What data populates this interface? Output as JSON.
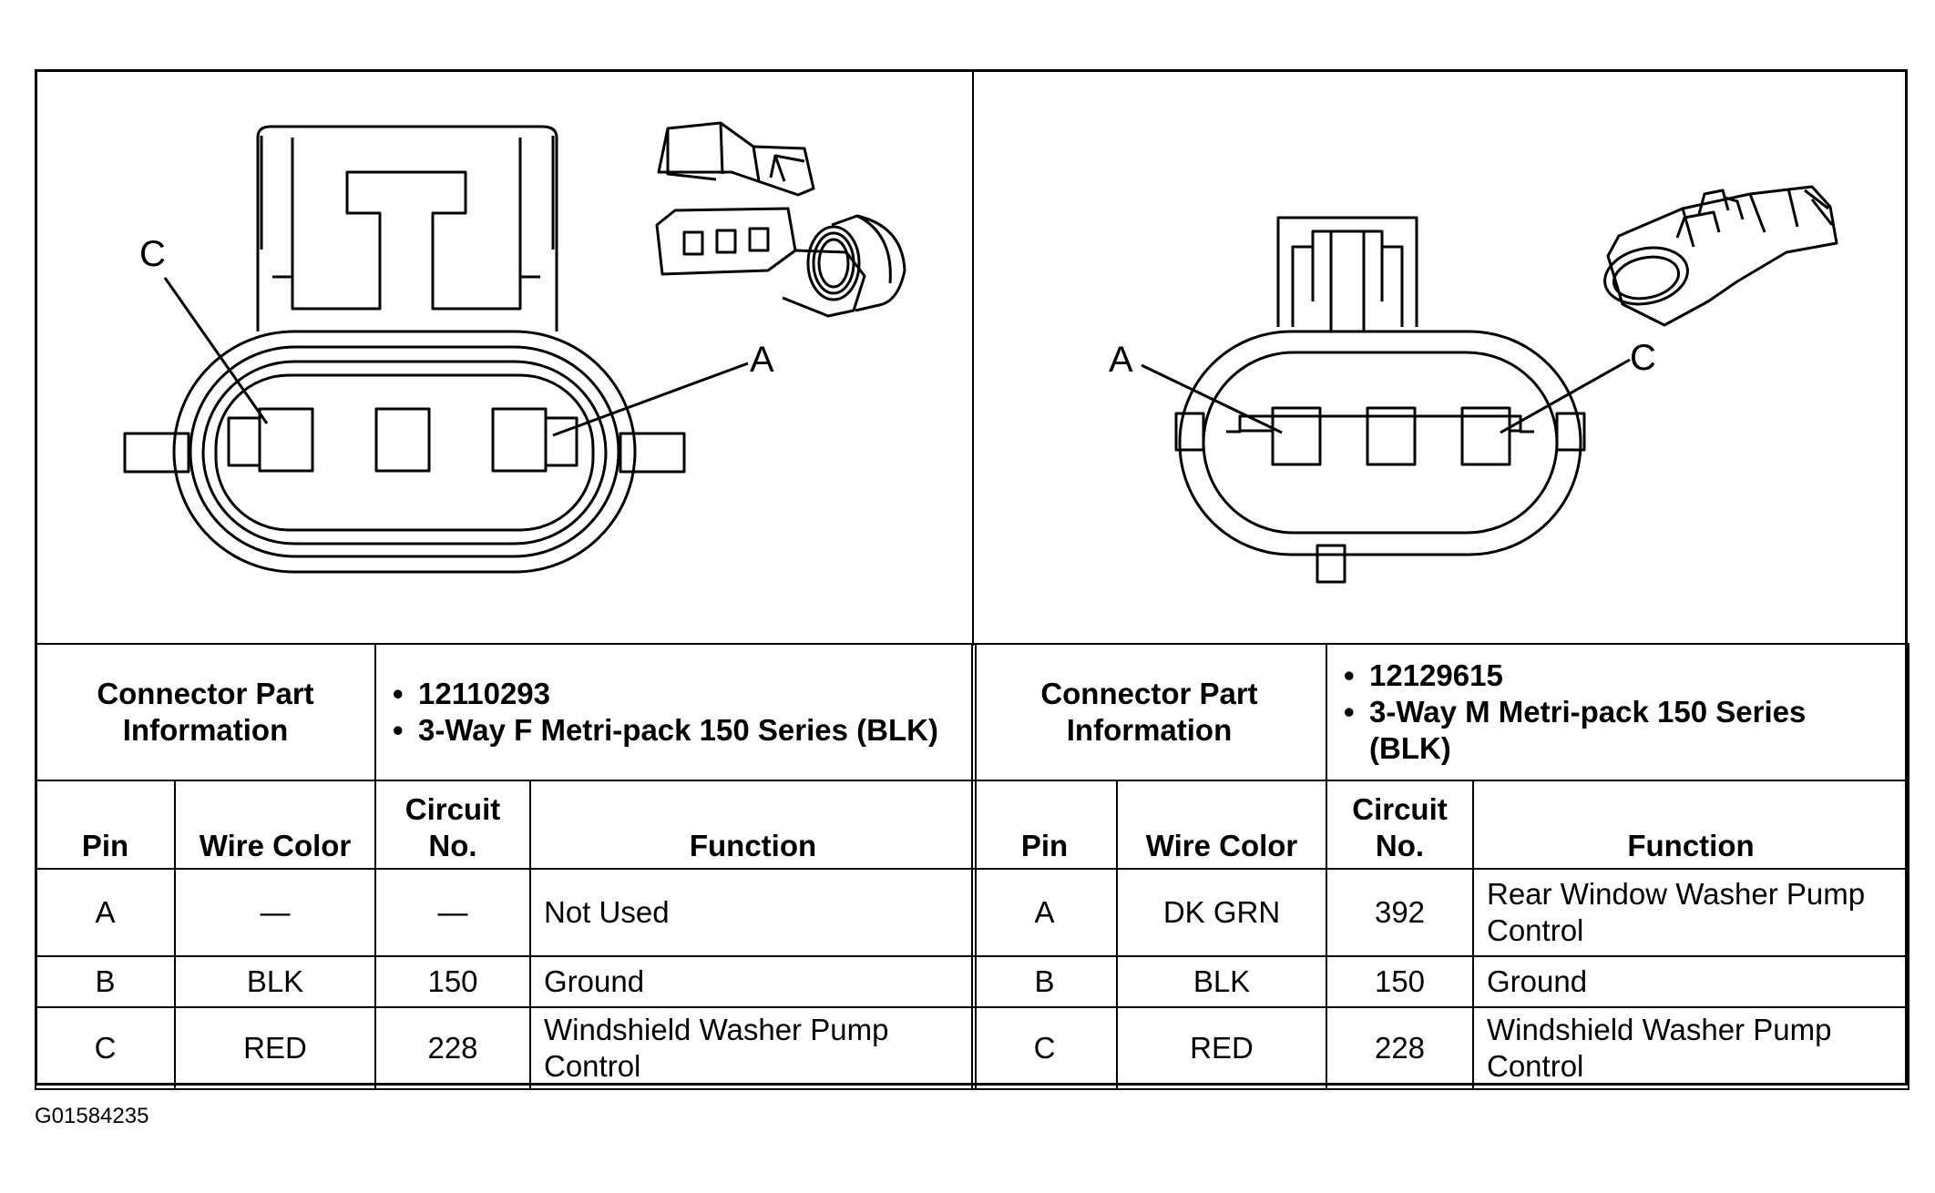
{
  "figure_id": "G01584235",
  "left": {
    "callouts": {
      "c": "C",
      "a": "A"
    },
    "part_info_label": "Connector Part Information",
    "part_info": [
      "12110293",
      "3-Way F Metri-pack 150 Series (BLK)"
    ],
    "columns": {
      "pin": "Pin",
      "wire_color": "Wire Color",
      "circuit": "Circuit No.",
      "function": "Function"
    },
    "rows": [
      {
        "pin": "A",
        "wire_color": "—",
        "circuit": "—",
        "function": "Not Used"
      },
      {
        "pin": "B",
        "wire_color": "BLK",
        "circuit": "150",
        "function": "Ground"
      },
      {
        "pin": "C",
        "wire_color": "RED",
        "circuit": "228",
        "function": "Windshield Washer Pump Control"
      }
    ]
  },
  "right": {
    "callouts": {
      "a": "A",
      "c": "C"
    },
    "part_info_label": "Connector Part Information",
    "part_info": [
      "12129615",
      "3-Way M Metri-pack 150 Series (BLK)"
    ],
    "columns": {
      "pin": "Pin",
      "wire_color": "Wire Color",
      "circuit": "Circuit No.",
      "function": "Function"
    },
    "rows": [
      {
        "pin": "A",
        "wire_color": "DK GRN",
        "circuit": "392",
        "function": "Rear Window Washer Pump Control"
      },
      {
        "pin": "B",
        "wire_color": "BLK",
        "circuit": "150",
        "function": "Ground"
      },
      {
        "pin": "C",
        "wire_color": "RED",
        "circuit": "228",
        "function": "Windshield Washer Pump Control"
      }
    ]
  }
}
